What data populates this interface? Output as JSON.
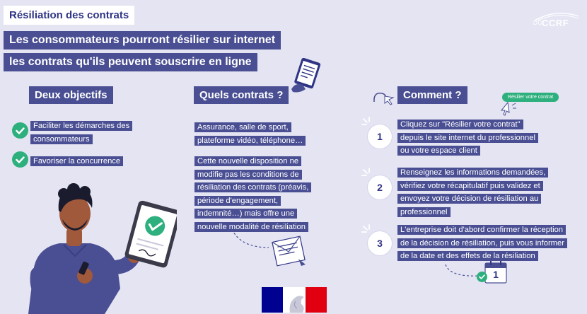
{
  "header": {
    "title": "Résiliation des contrats",
    "banner_line1": "Les consommateurs pourront résilier sur internet",
    "banner_line2": "les contrats qu'ils peuvent souscrire en ligne",
    "logo_prefix": "DG",
    "logo_text": "CCRF"
  },
  "objectifs": {
    "title": "Deux objectifs",
    "items": [
      {
        "text": "Faciliter les démarches des consommateurs",
        "icon": "check-circle-icon"
      },
      {
        "text": "Favoriser la concurrence",
        "icon": "check-circle-icon"
      }
    ]
  },
  "contrats": {
    "title": "Quels contrats ?",
    "text1": "Assurance, salle de sport, plateforme vidéo, téléphone…",
    "text2": "Cette nouvelle disposition ne modifie pas les conditions de résiliation des contrats (préavis, période d'engagement, indemnité…) mais offre une nouvelle modalité de résiliation"
  },
  "comment": {
    "title": "Comment ?",
    "button_label": "Résilier votre contrat",
    "steps": [
      {
        "number": "1",
        "text": "Cliquez sur \"Résilier votre contrat\" depuis le site internet du professionnel ou votre espace client"
      },
      {
        "number": "2",
        "text": "Renseignez les informations demandées, vérifiez votre récapitulatif puis validez et envoyez votre décision de résiliation au professionnel"
      },
      {
        "number": "3",
        "text": "L'entreprise doit d'abord confirmer la réception de la décision de résiliation, puis vous informer de la date et des effets de la résiliation"
      }
    ],
    "calendar_day": "1"
  },
  "colors": {
    "background": "#e4e4f3",
    "navy": "#4a4f93",
    "green": "#2db07d",
    "flag_blue": "#000091",
    "flag_red": "#e1000f"
  }
}
